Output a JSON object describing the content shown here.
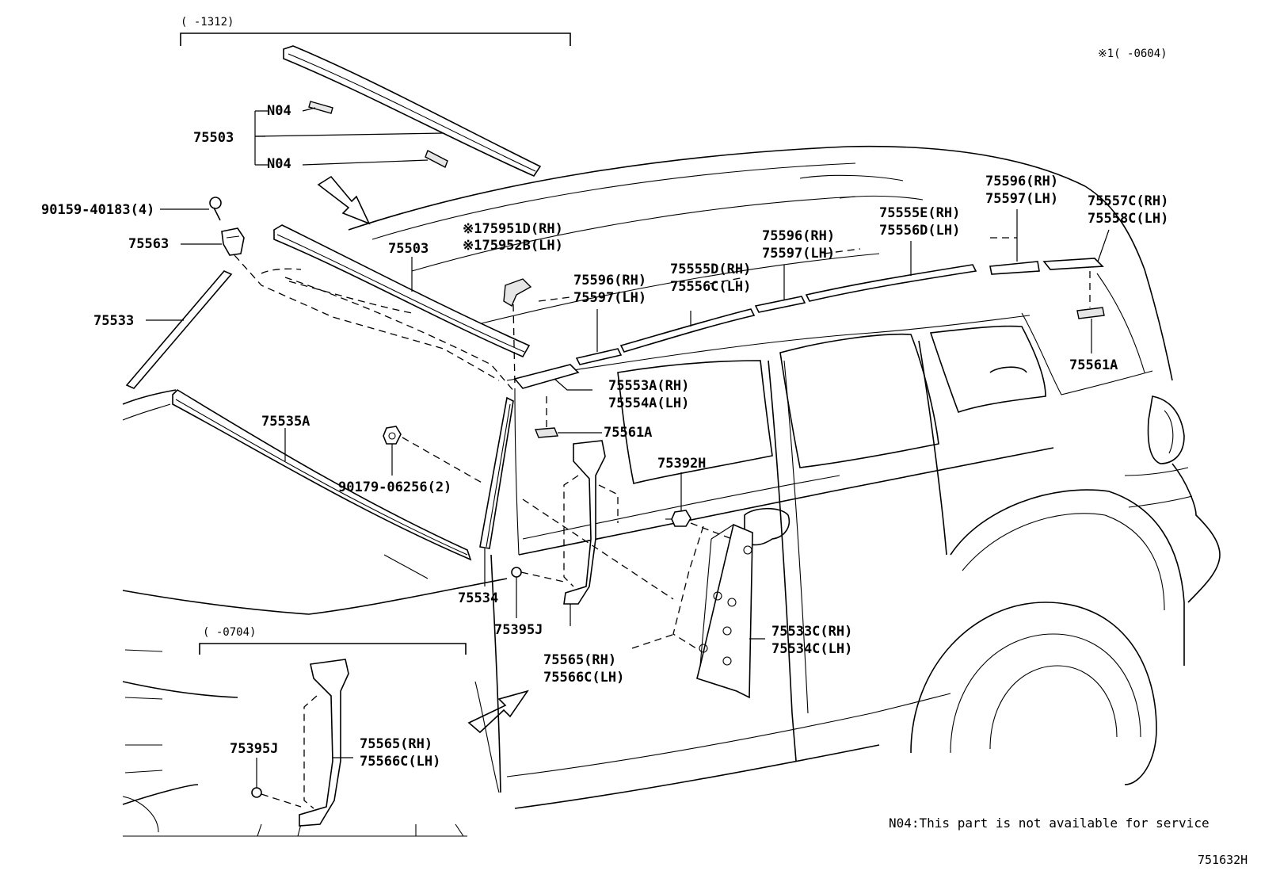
{
  "brackets": {
    "top_range": "(    -1312)",
    "inset_range": "(    -0704)",
    "ref1_range": "※1(    -0604)"
  },
  "labels": {
    "n04_a": "N04",
    "n04_b": "N04",
    "p75503_a": "75503",
    "p90159": "90159-40183(4)",
    "p75563": "75563",
    "p75533": "75533",
    "p75503_b": "75503",
    "p75951": "※175951D(RH)",
    "p75952": "※175952B(LH)",
    "p75596_a": "75596(RH)",
    "p75597_a": "75597(LH)",
    "p75555d": "75555D(RH)",
    "p75556c": "75556C(LH)",
    "p75596_b": "75596(RH)",
    "p75597_b": "75597(LH)",
    "p75555e": "75555E(RH)",
    "p75556d": "75556D(LH)",
    "p75596_c": "75596(RH)",
    "p75597_c": "75597(LH)",
    "p75557c": "75557C(RH)",
    "p75558c": "75558C(LH)",
    "p75561a_r": "75561A",
    "p75553a": "75553A(RH)",
    "p75554a": "75554A(LH)",
    "p75561a_m": "75561A",
    "p75535a": "75535A",
    "p90179": "90179-06256(2)",
    "p75392h": "75392H",
    "p75534": "75534",
    "p75395j_a": "75395J",
    "p75565_a": "75565(RH)",
    "p75566c_a": "75566C(LH)",
    "p75533c": "75533C(RH)",
    "p75534c": "75534C(LH)",
    "p75395j_b": "75395J",
    "p75565_b": "75565(RH)",
    "p75566c_b": "75566C(LH)"
  },
  "note_en": "N04:This part is not available for service",
  "diagram_code": "751632H"
}
